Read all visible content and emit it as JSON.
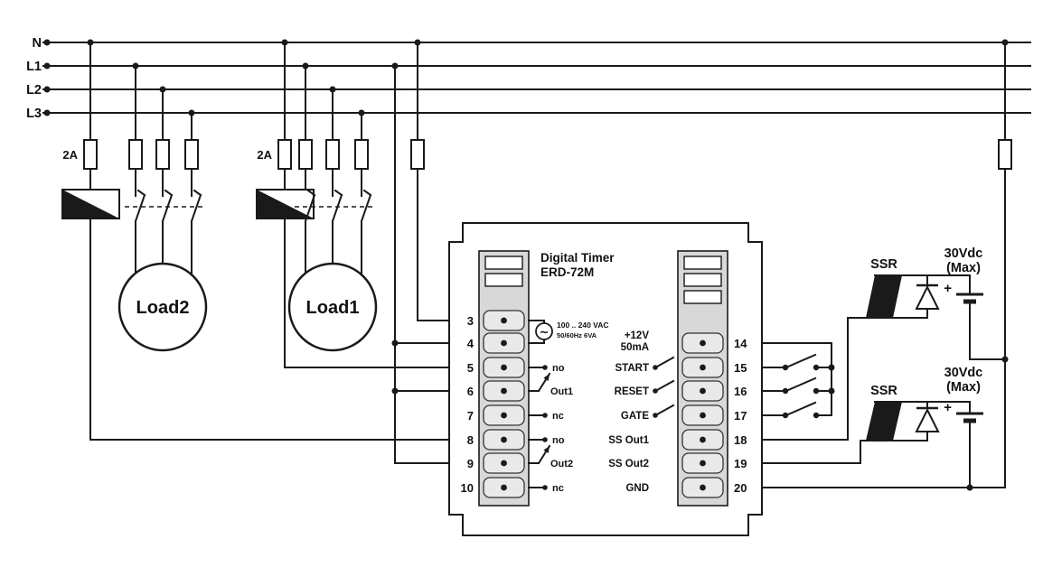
{
  "colors": {
    "line": "#1a1a1a",
    "strip": "#d8d8d8",
    "terminal": "#e9e9e9"
  },
  "rails": {
    "n": "N",
    "l1": "L1",
    "l2": "L2",
    "l3": "L3"
  },
  "fuse_rating": "2A",
  "loads": {
    "load2": "Load2",
    "load1": "Load1"
  },
  "device": {
    "title_line1": "Digital Timer",
    "title_line2": "ERD-72M",
    "ac_symbol": "∼",
    "supply_line1": "100 .. 240 VAC",
    "supply_line2": "50/60Hz 6VA",
    "left_terminals": [
      "3",
      "4",
      "5",
      "6",
      "7",
      "8",
      "9",
      "10"
    ],
    "right_terminals": [
      "14",
      "15",
      "16",
      "17",
      "18",
      "19",
      "20"
    ],
    "relay1": {
      "no": "no",
      "com": "Out1",
      "nc": "nc"
    },
    "relay2": {
      "no": "no",
      "com": "Out2",
      "nc": "nc"
    },
    "io": {
      "v12": "+12V",
      "ma": "50mA",
      "start": "START",
      "reset": "RESET",
      "gate": "GATE",
      "ss1": "SS Out1",
      "ss2": "SS Out2",
      "gnd": "GND"
    }
  },
  "ssr1": {
    "label": "SSR",
    "volt1": "30Vdc",
    "volt2": "(Max)",
    "plus": "+"
  },
  "ssr2": {
    "label": "SSR",
    "volt1": "30Vdc",
    "volt2": "(Max)",
    "plus": "+"
  }
}
